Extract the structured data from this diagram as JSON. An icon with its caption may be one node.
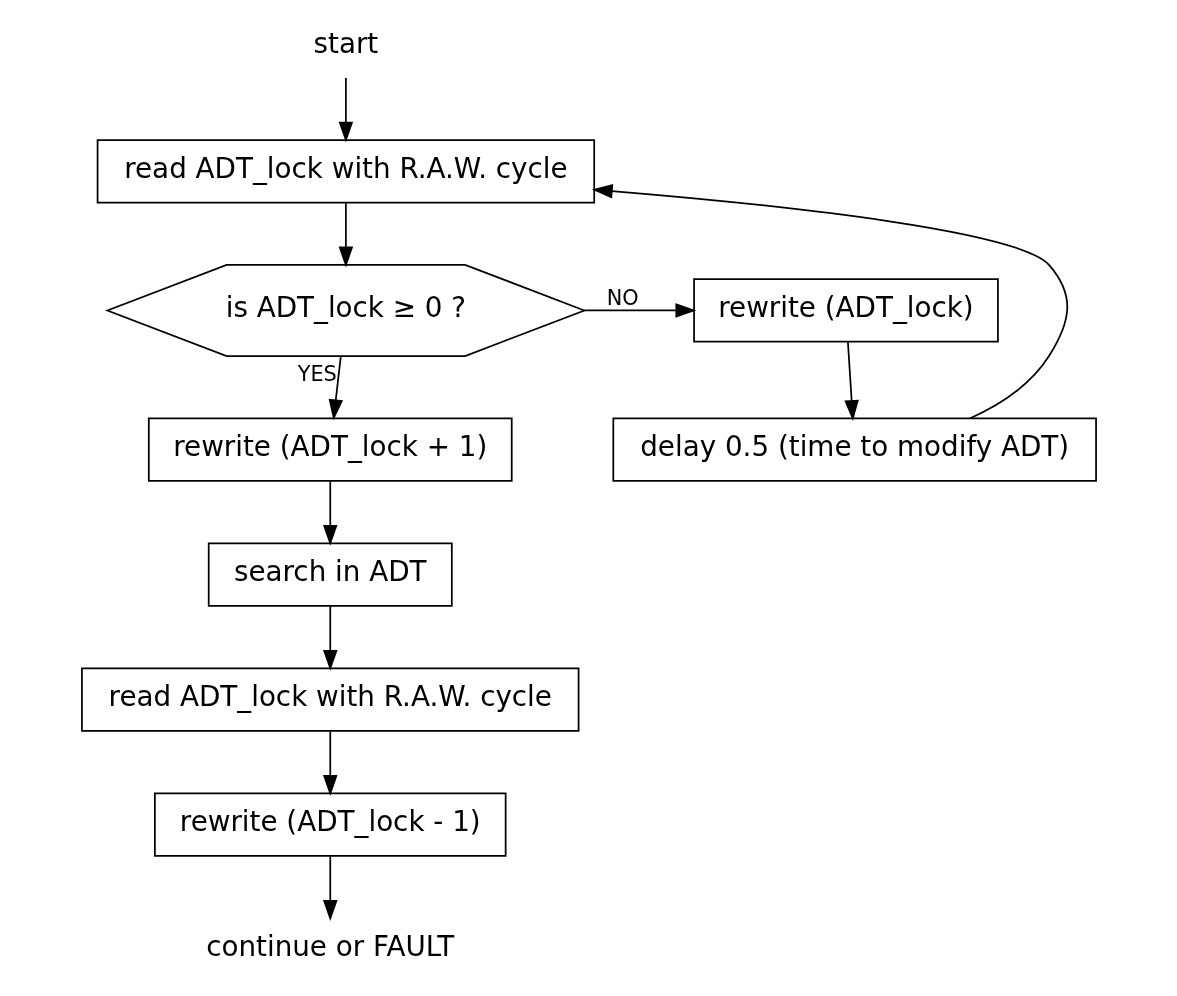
{
  "diagram": {
    "nodes": [
      {
        "text": [
          "start"
        ]
      },
      {
        "text": [
          "read ADT_lock with R.A.W. cycle"
        ]
      },
      {
        "text": [
          "is ADT_lock ≥ 0 ?"
        ]
      },
      {
        "text": [
          "rewrite (ADT_lock)"
        ]
      },
      {
        "text": [
          "delay 0.5 (time to modify ADT)"
        ]
      },
      {
        "text": [
          "rewrite (ADT_lock + 1)"
        ]
      },
      {
        "text": [
          "search in ADT"
        ]
      },
      {
        "text": [
          "read ADT_lock with R.A.W. cycle"
        ]
      },
      {
        "text": [
          "rewrite (ADT_lock - 1)"
        ]
      },
      {
        "text": [
          "continue or FAULT"
        ]
      }
    ],
    "edges": [
      {
        "from": 0,
        "to": 1,
        "arrow": "to"
      },
      {
        "from": 1,
        "to": 2,
        "arrow": "to"
      },
      {
        "from": 2,
        "to": 3,
        "arrow": "to",
        "label": "NO"
      },
      {
        "from": 3,
        "to": 4,
        "arrow": "to"
      },
      {
        "from": 4,
        "to": 1,
        "arrow": "to"
      },
      {
        "from": 2,
        "to": 5,
        "arrow": "to",
        "label": "YES"
      },
      {
        "from": 5,
        "to": 6,
        "arrow": "to"
      },
      {
        "from": 6,
        "to": 7,
        "arrow": "to"
      },
      {
        "from": 7,
        "to": 8,
        "arrow": "to"
      },
      {
        "from": 8,
        "to": 9,
        "arrow": "to"
      }
    ]
  }
}
